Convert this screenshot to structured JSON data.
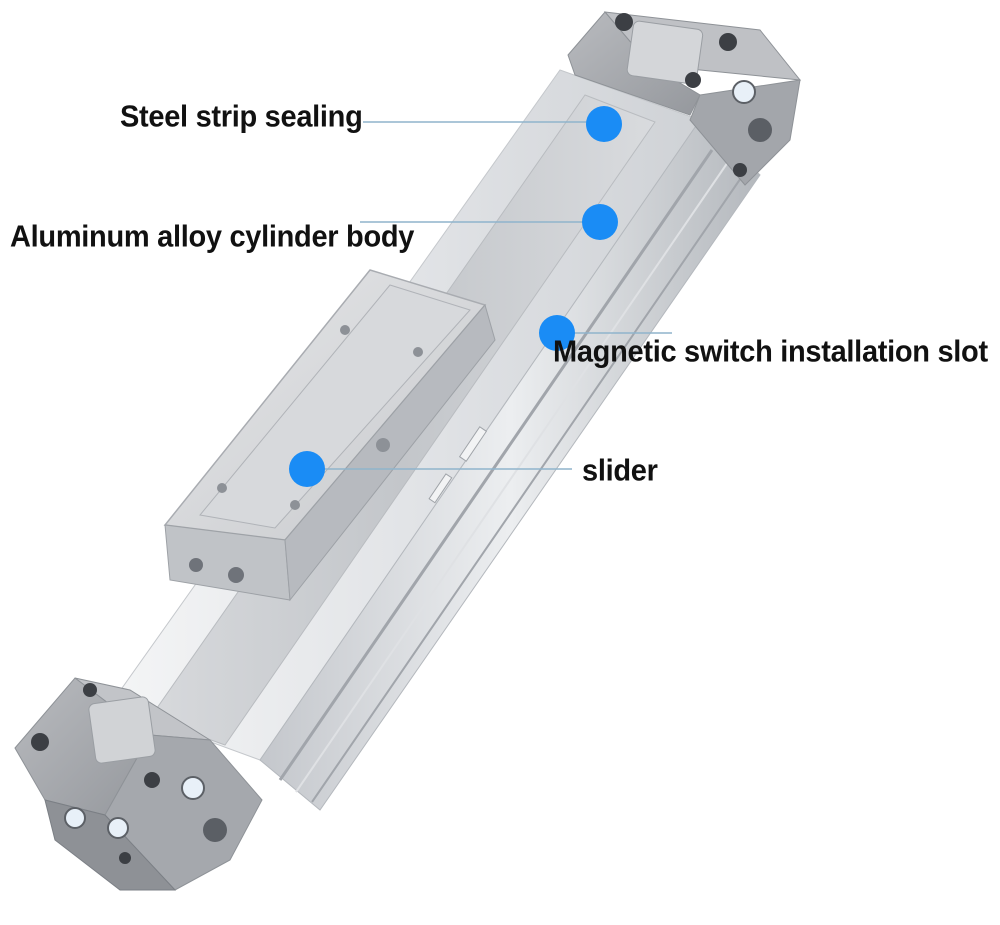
{
  "callouts": [
    {
      "id": "steel-strip-sealing",
      "label": "Steel strip sealing"
    },
    {
      "id": "aluminum-alloy-cylinder-body",
      "label": "Aluminum alloy cylinder body"
    },
    {
      "id": "magnetic-switch-installation-slot",
      "label": "Magnetic switch installation slot"
    },
    {
      "id": "slider",
      "label": "slider"
    }
  ],
  "colors": {
    "marker": "#1a8cf5",
    "leader_line": "#8fb4cc",
    "label_text": "#111111",
    "aluminum_light": "#eef0f2",
    "aluminum_mid": "#c9ccd0",
    "aluminum_dark": "#9a9ea4",
    "end_cap": "#a7a9ad"
  }
}
